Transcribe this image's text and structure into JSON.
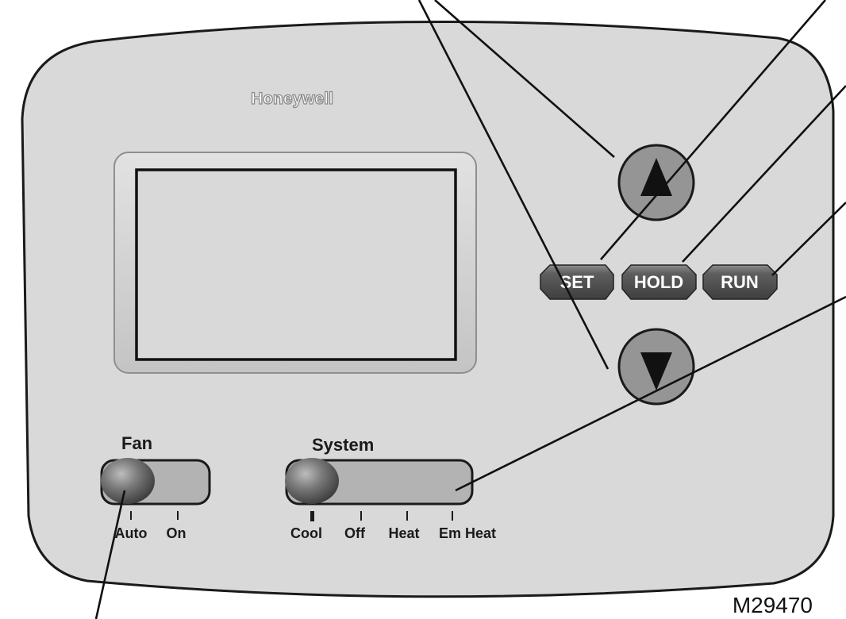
{
  "brand": "Honeywell",
  "buttons": {
    "up_icon": "triangle-up-icon",
    "down_icon": "triangle-down-icon",
    "set": "SET",
    "hold": "HOLD",
    "run": "RUN"
  },
  "fan": {
    "title": "Fan",
    "options": [
      "Auto",
      "On"
    ],
    "selected": "Auto"
  },
  "system": {
    "title": "System",
    "options": [
      "Cool",
      "Off",
      "Heat",
      "Em Heat"
    ],
    "selected": "Cool"
  },
  "figure_id": "M29470",
  "colors": {
    "body": "#d9d9d9",
    "button_dark": "#5e5e5e",
    "screen_frame": "#cfcfcf",
    "slider_track": "#b3b3b3"
  }
}
